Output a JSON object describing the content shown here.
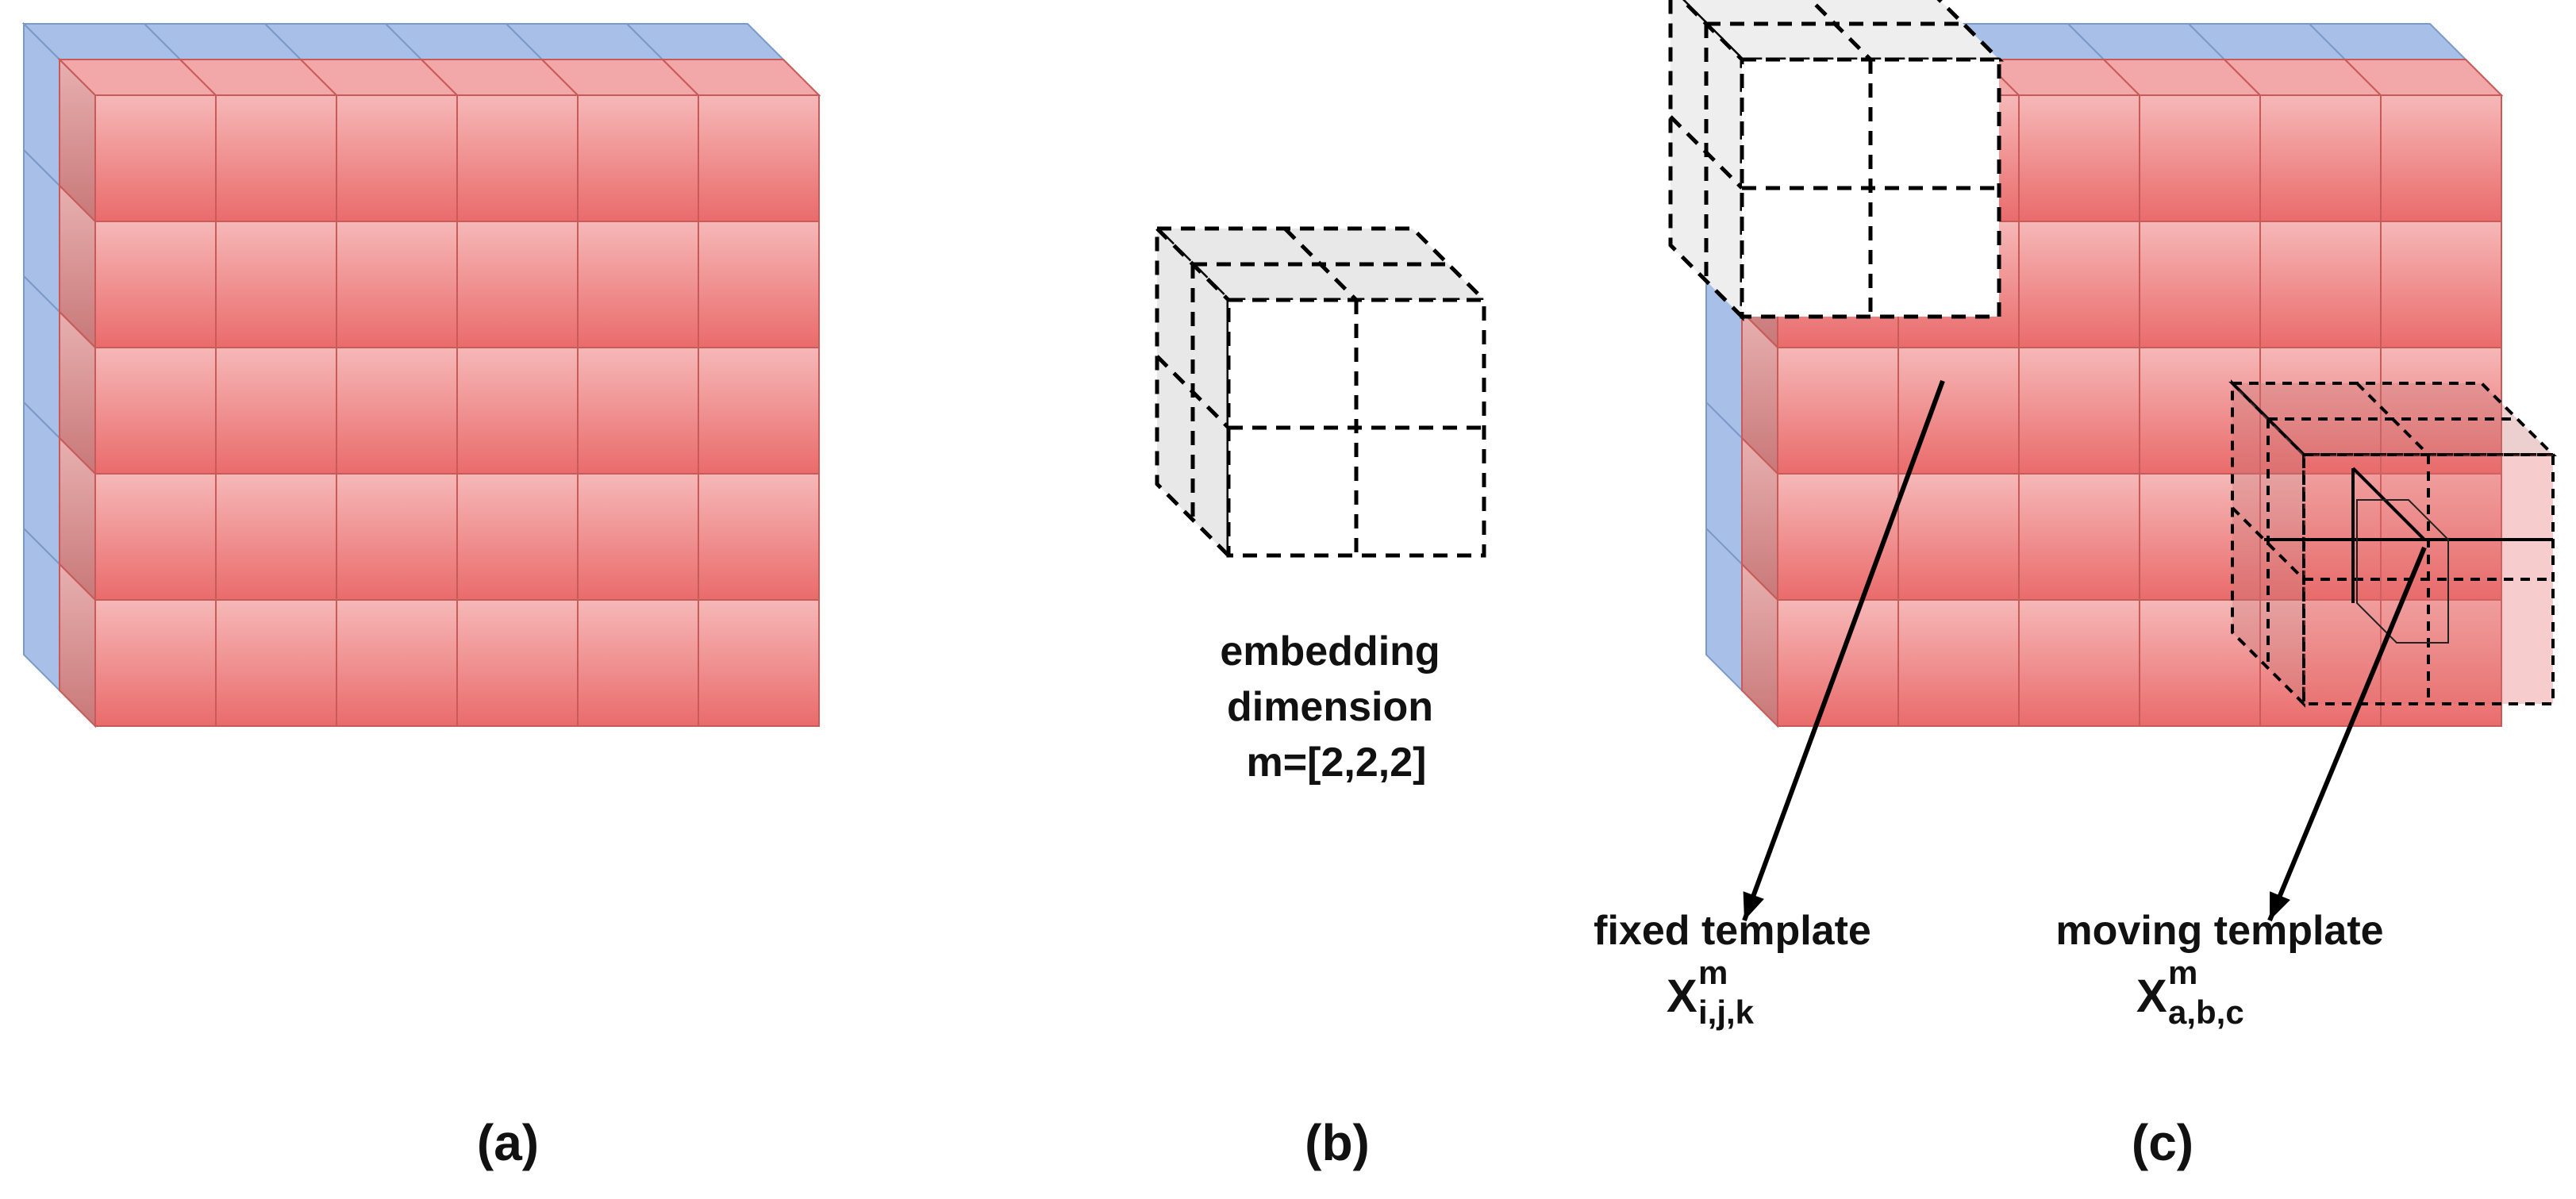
{
  "diagram": {
    "grid": {
      "rows": 5,
      "cols": 6,
      "layers": 3
    },
    "colors": {
      "back_layer": "#a8c0e8",
      "mid_layer": "#b8dcb0",
      "front_top": "#f6b8b8",
      "front_bottom": "#ea6b6b",
      "cell_stroke": "#c85a5a",
      "dashed": "#000000",
      "embed_face": "#e8e8e8"
    },
    "panel_b": {
      "label_line1": "embedding",
      "label_line2": "dimension",
      "label_line3": "m=[2,2,2]"
    },
    "panel_c": {
      "fixed_label": "fixed template",
      "fixed_symbol": "X",
      "fixed_sup": "m",
      "fixed_sub": "i,j,k",
      "moving_label": "moving template",
      "moving_symbol": "X",
      "moving_sup": "m",
      "moving_sub": "a,b,c"
    },
    "captions": [
      "(a)",
      "(b)",
      "(c)"
    ]
  }
}
